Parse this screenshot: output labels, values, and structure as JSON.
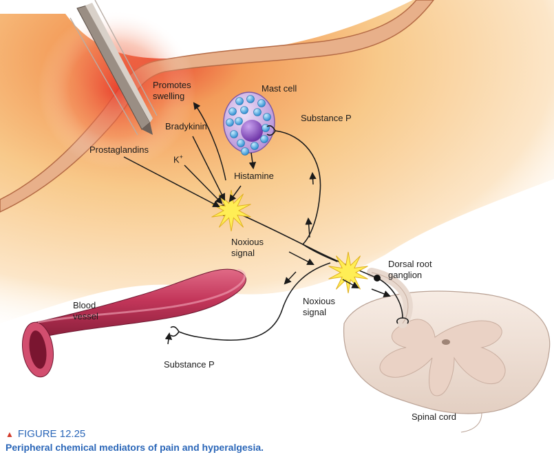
{
  "labels": {
    "promotes_swelling": "Promotes\nswelling",
    "mast_cell": "Mast cell",
    "substance_p_top": "Substance P",
    "bradykinin": "Bradykinin",
    "prostaglandins": "Prostaglandins",
    "k_plus_base": "K",
    "k_plus_sup": "+",
    "histamine": "Histamine",
    "noxious_signal_left": "Noxious\nsignal",
    "dorsal_root_ganglion": "Dorsal root\nganglion",
    "blood_vessel": "Blood\nvessel",
    "noxious_signal_right": "Noxious\nsignal",
    "substance_p_bottom": "Substance P",
    "spinal_cord": "Spinal cord"
  },
  "figure": {
    "number": "FIGURE 12.25",
    "caption": "Peripheral chemical mediators of pain and hyperalgesia."
  },
  "colors": {
    "skin_edge": "#c98560",
    "tissue": "#f8c98a",
    "inflammation": "#e8432e",
    "mast_cell": "#c7a6e0",
    "granule": "#5fb3e6",
    "nucleus": "#8e4fc4",
    "vessel": "#b8324f",
    "spinal_cord": "#f3e4da",
    "caption": "#2a66b8"
  }
}
